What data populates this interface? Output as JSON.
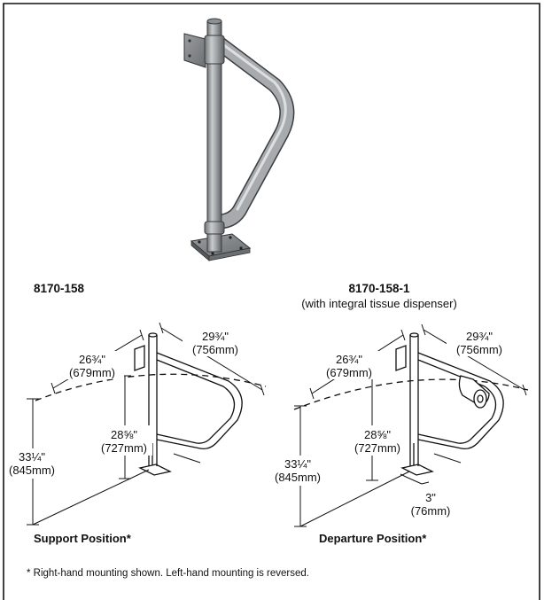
{
  "left_diagram": {
    "model": "8170-158",
    "caption": "Support Position*",
    "dims": {
      "d1_in": "26¾\"",
      "d1_mm": "(679mm)",
      "d2_in": "29¾\"",
      "d2_mm": "(756mm)",
      "d3_in": "28⅝\"",
      "d3_mm": "(727mm)",
      "d4_in": "33¼\"",
      "d4_mm": "(845mm)"
    }
  },
  "right_diagram": {
    "model": "8170-158-1",
    "subtitle": "(with integral tissue dispenser)",
    "caption": "Departure Position*",
    "dims": {
      "d1_in": "26¾\"",
      "d1_mm": "(679mm)",
      "d2_in": "29¾\"",
      "d2_mm": "(756mm)",
      "d3_in": "28⅝\"",
      "d3_mm": "(727mm)",
      "d4_in": "33¼\"",
      "d4_mm": "(845mm)",
      "d5_in": "3\"",
      "d5_mm": "(76mm)"
    }
  },
  "footnote": "* Right-hand mounting shown. Left-hand mounting is reversed."
}
